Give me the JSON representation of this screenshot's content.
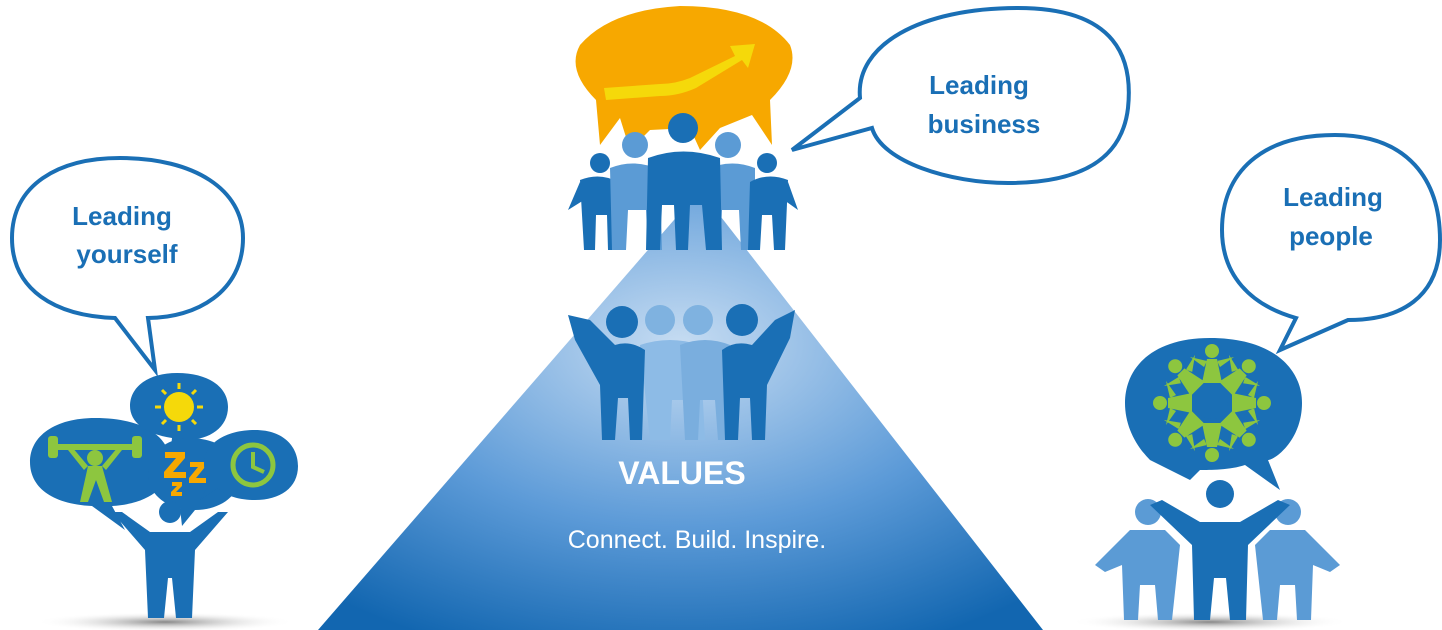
{
  "bubbles": {
    "yourself": {
      "line1": "Leading",
      "line2": "yourself"
    },
    "business": {
      "line1": "Leading",
      "line2": "business"
    },
    "people": {
      "line1": "Leading",
      "line2": "people"
    }
  },
  "pyramid": {
    "title": "VALUES",
    "subtitle": "Connect. Build. Inspire."
  },
  "colors": {
    "primary": "#1a6fb5",
    "dark": "#0d5ea6",
    "light": "#5b9bd5",
    "orange": "#f7a800",
    "yellow": "#f5d90a",
    "green": "#8dc63f",
    "pyramid_light": "#b9d2ee",
    "pyramid_dark": "#1268b3"
  },
  "icons": [
    "weightlifter-icon",
    "sun-icon",
    "sleep-icon",
    "clock-icon",
    "growth-arrow-icon",
    "people-circle-icon"
  ]
}
